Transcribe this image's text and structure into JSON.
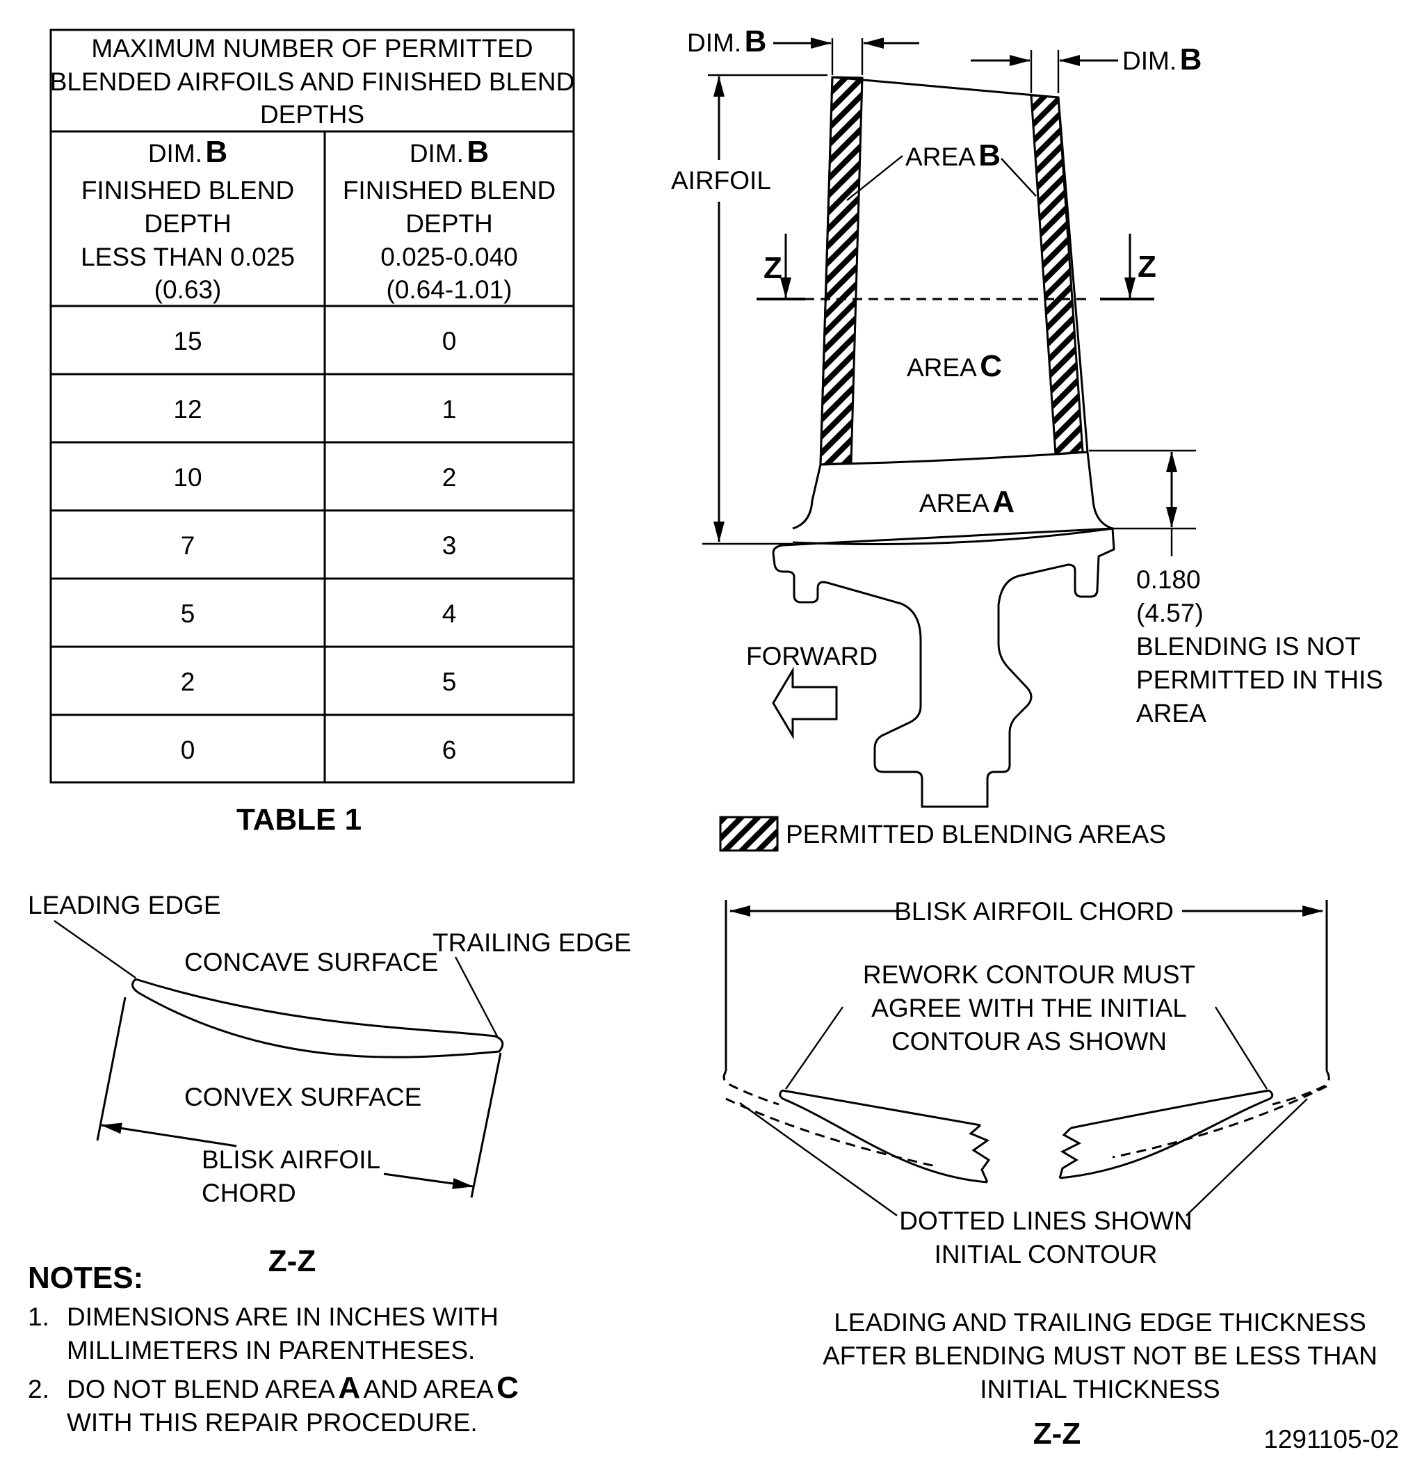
{
  "table": {
    "title_lines": [
      "MAXIMUM NUMBER OF PERMITTED",
      "BLENDED AIRFOILS AND FINISHED BLEND",
      "DEPTHS"
    ],
    "col1": {
      "dim_prefix": "DIM.",
      "dim_letter": "B",
      "lines": [
        "FINISHED BLEND",
        "DEPTH",
        "LESS THAN 0.025",
        "(0.63)"
      ]
    },
    "col2": {
      "dim_prefix": "DIM.",
      "dim_letter": "B",
      "lines": [
        "FINISHED BLEND",
        "DEPTH",
        "0.025-0.040",
        "(0.64-1.01)"
      ]
    },
    "rows": [
      [
        "15",
        "0"
      ],
      [
        "12",
        "1"
      ],
      [
        "10",
        "2"
      ],
      [
        "7",
        "3"
      ],
      [
        "5",
        "4"
      ],
      [
        "2",
        "5"
      ],
      [
        "0",
        "6"
      ]
    ],
    "caption": "TABLE 1"
  },
  "blade": {
    "dim_b_prefix": "DIM.",
    "dim_b_letter": "B",
    "airfoil": "AIRFOIL",
    "area_prefix": "AREA",
    "area_b": "B",
    "area_c": "C",
    "area_a": "A",
    "section_mark": "Z",
    "forward": "FORWARD",
    "dim_value": "0.180",
    "dim_metric": "(4.57)",
    "no_blend_lines": [
      "BLENDING IS NOT",
      "PERMITTED IN THIS",
      "AREA"
    ],
    "legend": "PERMITTED BLENDING AREAS"
  },
  "section_left": {
    "leading_edge": "LEADING EDGE",
    "concave": "CONCAVE SURFACE",
    "trailing_edge": "TRAILING EDGE",
    "convex": "CONVEX SURFACE",
    "chord_lines": [
      "BLISK AIRFOIL",
      "CHORD"
    ],
    "label": "Z-Z"
  },
  "notes": {
    "heading": "NOTES:",
    "note1_num": "1.",
    "note1_lines": [
      "DIMENSIONS ARE IN INCHES WITH",
      "MILLIMETERS IN PARENTHESES."
    ],
    "note2_num": "2.",
    "note2_pre": "DO NOT BLEND AREA",
    "note2_a": "A",
    "note2_mid": "AND AREA",
    "note2_c": "C",
    "note2_line2": "WITH THIS REPAIR PROCEDURE."
  },
  "section_right": {
    "chord": "BLISK AIRFOIL CHORD",
    "rework_lines": [
      "REWORK CONTOUR MUST",
      "AGREE WITH THE INITIAL",
      "CONTOUR AS SHOWN"
    ],
    "dotted_lines": [
      "DOTTED LINES SHOWN",
      "INITIAL CONTOUR"
    ],
    "thickness_lines": [
      "LEADING AND TRAILING EDGE THICKNESS",
      "AFTER BLENDING MUST NOT BE LESS THAN",
      "INITIAL THICKNESS"
    ],
    "label": "Z-Z"
  },
  "figure_number": "1291105-02"
}
